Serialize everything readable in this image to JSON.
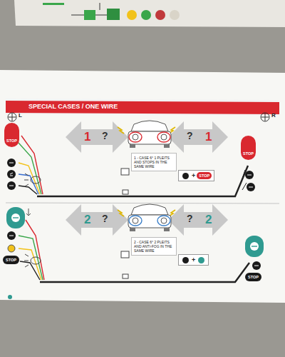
{
  "diagram": {
    "title": "SPECIAL CASES / ONE WIRE",
    "nodes": [
      {
        "text": [
          "STOP"
        ]
      },
      {
        "text": [
          "1 - CASE 6° 1 PLEITS AND STOPS IN THE SAME WIRE"
        ]
      },
      {
        "text": [
          "+"
        ]
      },
      {
        "text": [
          "STOP"
        ],
        "in": 2
      },
      {
        "text": [
          "STOP"
        ]
      },
      {
        "text": [
          "STOP"
        ]
      },
      {
        "text": [
          "2 - CASE 6° 2 PLEITS AND ANTI-FOG IN THE SAME WIRE"
        ]
      },
      {
        "text": [
          "+"
        ]
      },
      {
        "text": [
          "STOP"
        ]
      }
    ],
    "labels": [
      "L",
      "R",
      "1",
      "?",
      "?",
      "1",
      "2",
      "?",
      "?",
      "2"
    ]
  }
}
